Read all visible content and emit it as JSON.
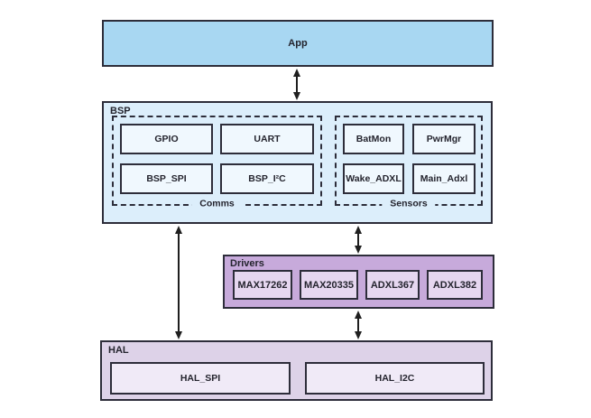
{
  "colors": {
    "app_fill": "#a8d7f2",
    "bsp_fill": "#dceefb",
    "bsp_node_fill": "#f0f8fe",
    "drivers_fill": "#c7aadb",
    "drivers_node_fill": "#e6d7f0",
    "hal_fill": "#ddd2e8",
    "hal_node_fill": "#f0eaf7",
    "border": "#2d2d3a",
    "line": "#1f1f1f",
    "text": "#24242e"
  },
  "layers": {
    "app": {
      "label": "App"
    },
    "bsp": {
      "label": "BSP",
      "comms": {
        "label": "Comms",
        "items": [
          "GPIO",
          "UART",
          "BSP_SPI",
          "BSP_I²C"
        ]
      },
      "sensors": {
        "label": "Sensors",
        "items": [
          "BatMon",
          "PwrMgr",
          "Wake_ADXL",
          "Main_Adxl"
        ]
      }
    },
    "drivers": {
      "label": "Drivers",
      "items": [
        "MAX17262",
        "MAX20335",
        "ADXL367",
        "ADXL382"
      ]
    },
    "hal": {
      "label": "HAL",
      "items": [
        "HAL_SPI",
        "HAL_I2C"
      ]
    }
  },
  "connections": [
    {
      "from": "App",
      "to": "BSP",
      "bidirectional": true
    },
    {
      "from": "BSP",
      "to": "HAL",
      "bidirectional": true
    },
    {
      "from": "BSP",
      "to": "Drivers",
      "bidirectional": true
    },
    {
      "from": "Drivers",
      "to": "HAL",
      "bidirectional": true
    }
  ]
}
